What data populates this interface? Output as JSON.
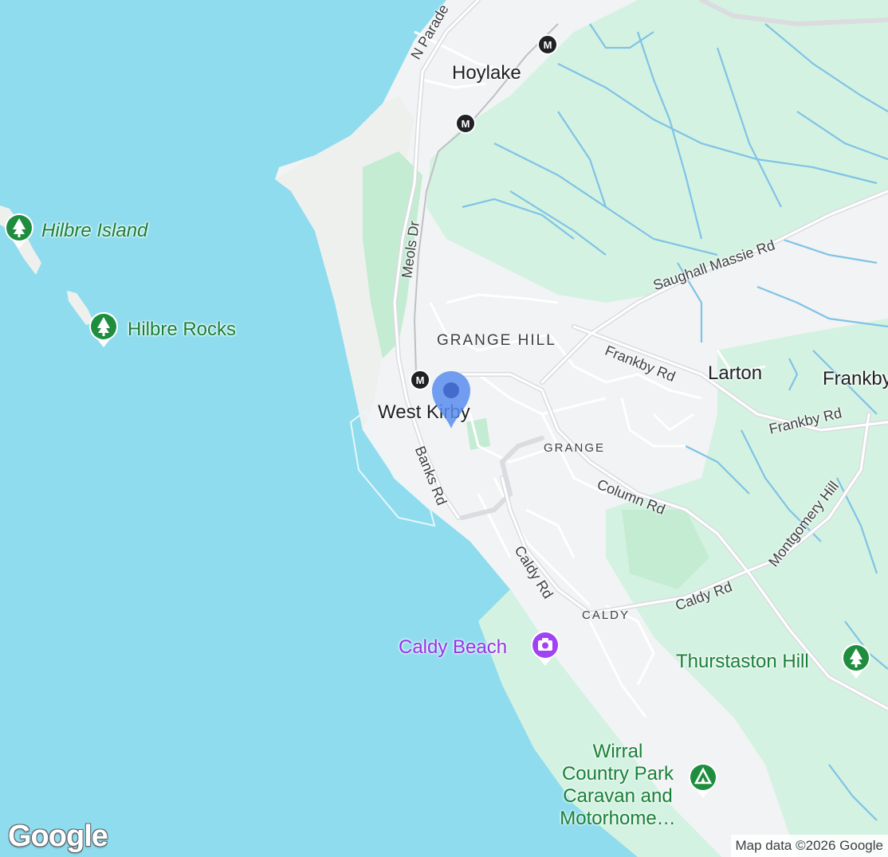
{
  "map": {
    "places": {
      "hoylake": "Hoylake",
      "west_kirby": "West Kirby",
      "larton": "Larton",
      "frankby": "Frankby",
      "grange_hill": "GRANGE HILL",
      "grange": "GRANGE",
      "caldy": "CALDY"
    },
    "roads": {
      "n_parade": "N Parade",
      "meols_dr": "Meols Dr",
      "saughall_massie_rd": "Saughall Massie Rd",
      "frankby_rd_1": "Frankby Rd",
      "frankby_rd_2": "Frankby Rd",
      "banks_rd": "Banks Rd",
      "column_rd": "Column Rd",
      "caldy_rd_1": "Caldy Rd",
      "caldy_rd_2": "Caldy Rd",
      "montgomery_hill": "Montgomery Hill"
    },
    "pois": {
      "hilbre_island": "Hilbre Island",
      "hilbre_rocks": "Hilbre Rocks",
      "caldy_beach": "Caldy Beach",
      "thurstaston_hill": "Thurstaston Hill",
      "wirral_country_park": [
        "Wirral",
        "Country Park",
        "Caravan and",
        "Motorhome…"
      ]
    },
    "attribution": "Map data ©2026 Google",
    "logo": "Google",
    "colors": {
      "water": "#8fdcee",
      "land": "#f1f3f4",
      "park": "#d4f2e1",
      "park_dark": "#c3ecd2",
      "road": "#ffffff",
      "stream": "#7fc3e6",
      "pin": "#5b8def"
    },
    "icons": {
      "station": "train-station-icon",
      "park": "tree-icon",
      "attraction": "camera-icon",
      "campground": "tent-icon",
      "location": "location-pin-icon"
    }
  }
}
